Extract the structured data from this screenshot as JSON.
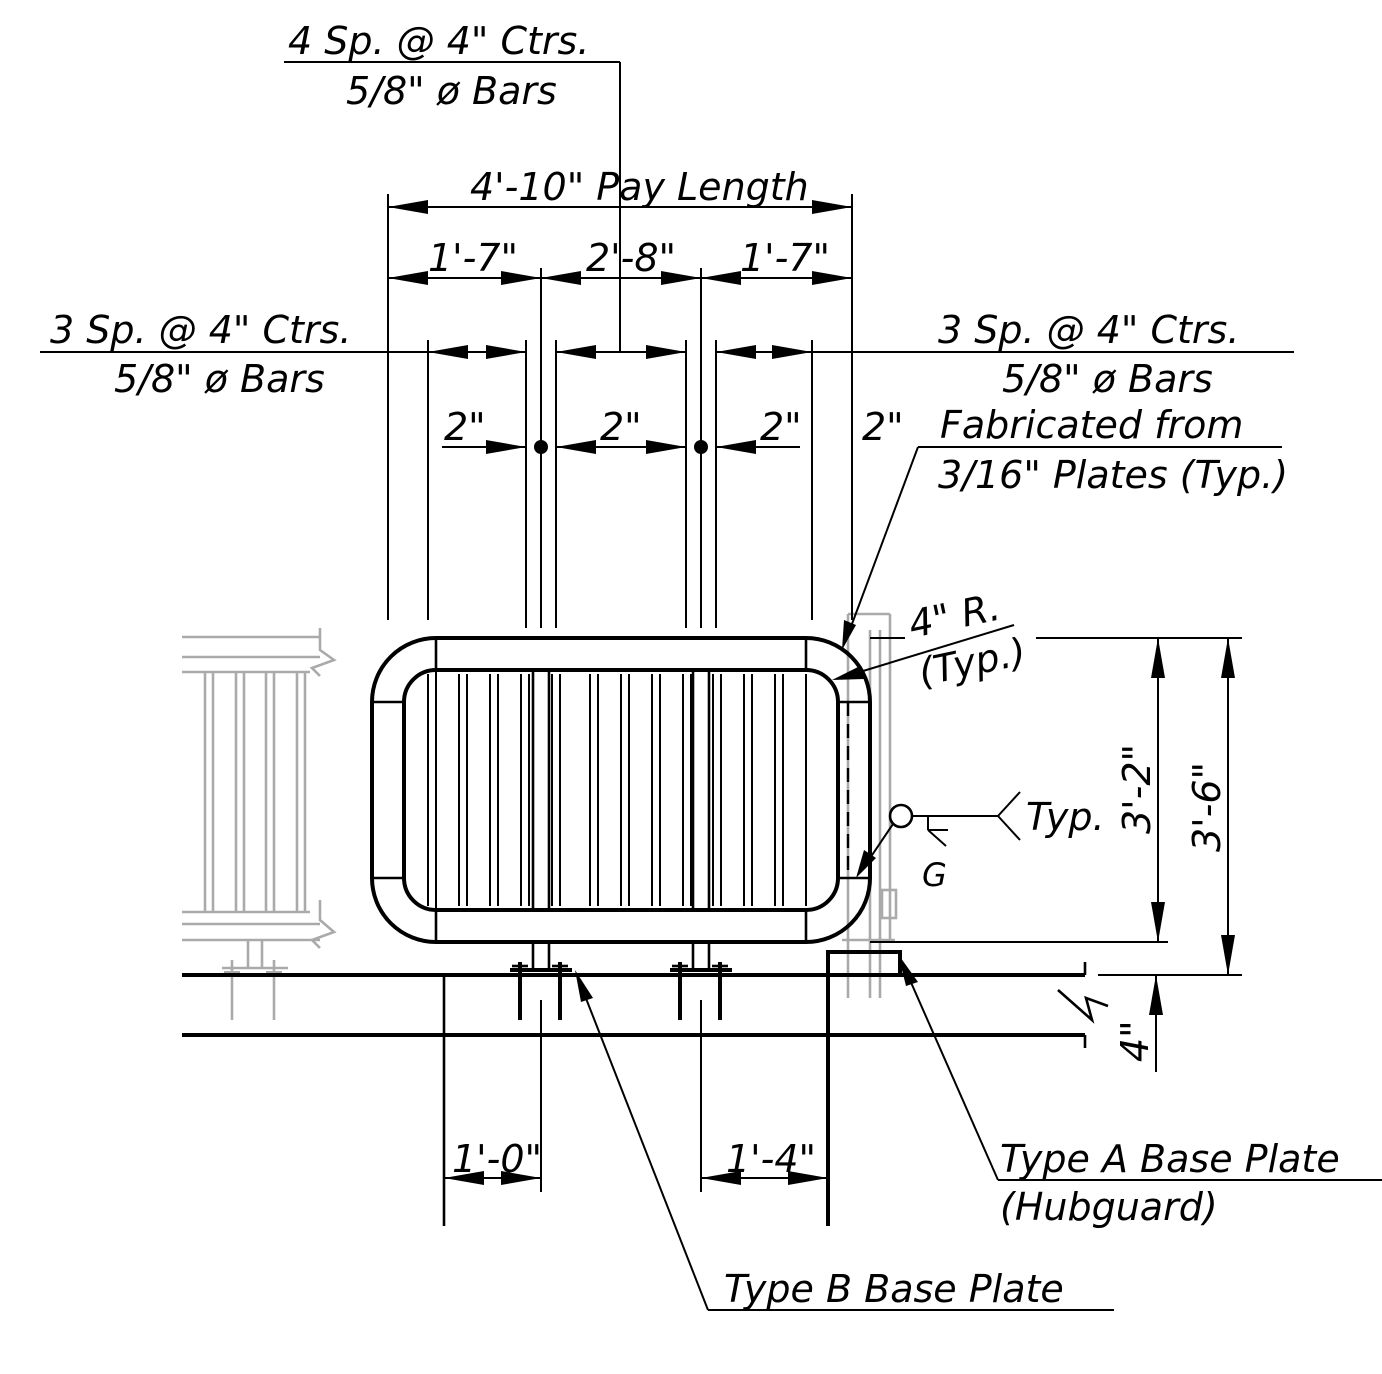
{
  "labels": {
    "top_spacing": "4 Sp. @ 4\" Ctrs.",
    "top_bars": "5/8\" ø Bars",
    "pay_length": "4'-10\" Pay Length",
    "seg_left": "1'-7\"",
    "seg_mid": "2'-8\"",
    "seg_right": "1'-7\"",
    "left_spacing": "3 Sp. @ 4\" Ctrs.",
    "left_bars": "5/8\" ø Bars",
    "right_spacing": "3 Sp. @ 4\" Ctrs.",
    "right_bars": "5/8\" ø Bars",
    "dim_2_a": "2\"",
    "dim_2_b": "2\"",
    "dim_2_c": "2\"",
    "dim_2_d": "2\"",
    "fabricated_line1": "Fabricated from",
    "fabricated_line2": "3/16\" Plates (Typ.)",
    "radius_line1": "4\" R.",
    "radius_line2": "(Typ.)",
    "weld_typ": "Typ.",
    "weld_g": "G",
    "height_inner": "3'-2\"",
    "height_outer": "3'-6\"",
    "slab_thickness": "4\"",
    "offset_left": "1'-0\"",
    "offset_right": "1'-4\"",
    "type_a_line1": "Type A Base Plate",
    "type_a_line2": "(Hubguard)",
    "type_b": "Type B Base Plate"
  }
}
